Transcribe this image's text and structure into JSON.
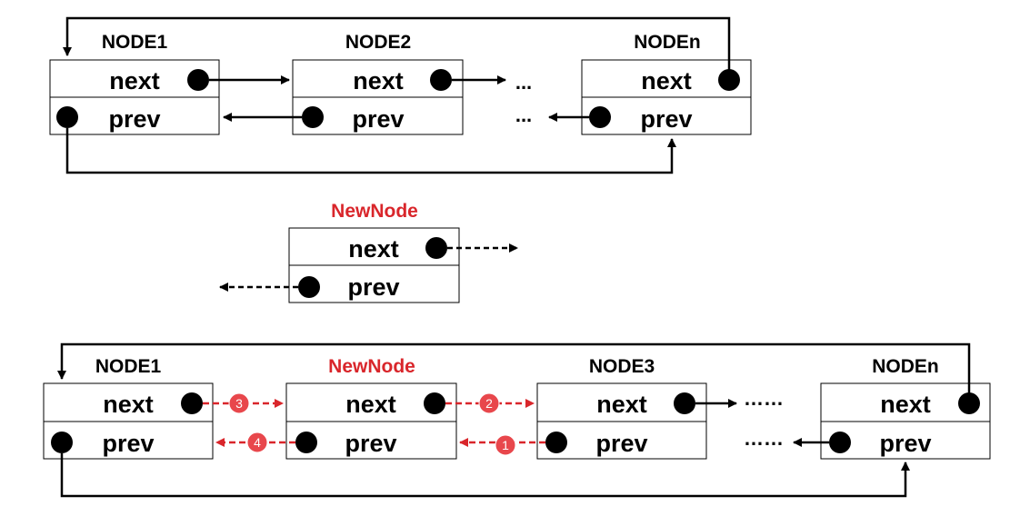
{
  "colors": {
    "black": "#000000",
    "red": "#d9262b",
    "badge": "#e8474c"
  },
  "field_labels": {
    "next": "next",
    "prev": "prev"
  },
  "top_list": {
    "node1_title": "NODE1",
    "node2_title": "NODE2",
    "noden_title": "NODEn",
    "ellipsis_next": "...",
    "ellipsis_prev": "..."
  },
  "new_node": {
    "title": "NewNode"
  },
  "bottom_list": {
    "node1_title": "NODE1",
    "newnode_title": "NewNode",
    "node3_title": "NODE3",
    "noden_title": "NODEn",
    "ellipsis_next": "……",
    "ellipsis_prev": "……",
    "steps": [
      "3",
      "2",
      "4",
      "1"
    ]
  }
}
